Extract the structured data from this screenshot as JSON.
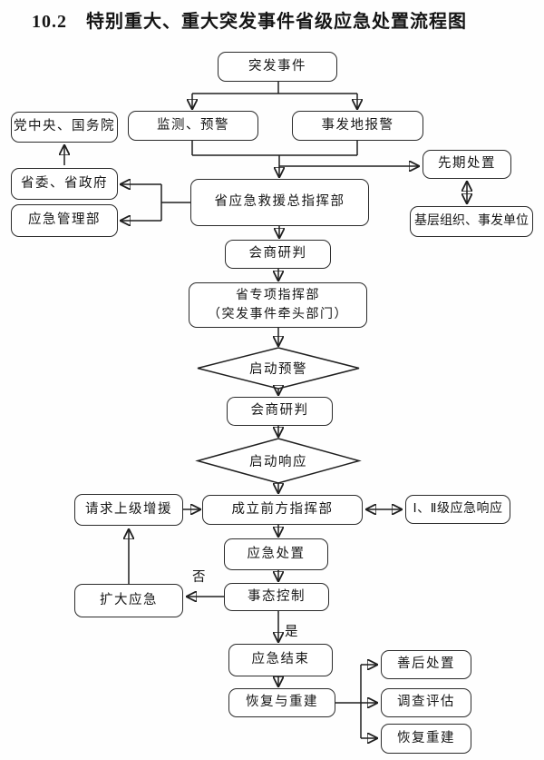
{
  "title": "10.2　特别重大、重大突发事件省级应急处置流程图",
  "nodes": {
    "incident": "突发事件",
    "monitor_warning": "监测、预警",
    "scene_alarm": "事发地报警",
    "party_central_state_council": "党中央、国务院",
    "provincial_party_government": "省委、省政府",
    "emergency_management_ministry": "应急管理部",
    "provincial_rescue_general_hq": "省应急救援总指挥部",
    "initial_disposal": "先期处置",
    "grassroots_units": "基层组织、事发单位",
    "consultation_1": "会商研判",
    "special_hq_line1": "省专项指挥部",
    "special_hq_line2": "（突发事件牵头部门）",
    "decision_activate_warning": "启动预警",
    "consultation_2": "会商研判",
    "decision_activate_response": "启动响应",
    "request_reinforcement": "请求上级增援",
    "establish_front_hq": "成立前方指挥部",
    "level_response": "Ⅰ、Ⅱ级应急响应",
    "emergency_disposal": "应急处置",
    "situation_control": "事态控制",
    "expand_emergency": "扩大应急",
    "emergency_end": "应急结束",
    "recovery_and_reconstruction": "恢复与重建",
    "aftermath_disposal": "善后处置",
    "investigation_evaluation": "调查评估",
    "recovery_reconstruction": "恢复重建"
  },
  "edge_labels": {
    "no": "否",
    "yes": "是"
  },
  "colors": {
    "line": "#1f1f1f",
    "box_border": "#2b2b2b",
    "box_background": "#ffffff",
    "page_background": "#fefefe",
    "text": "#151515"
  },
  "edges": [
    {
      "from": "突发事件",
      "to": "监测、预警",
      "type": "arrow"
    },
    {
      "from": "突发事件",
      "to": "事发地报警",
      "type": "arrow"
    },
    {
      "from": "监测、预警",
      "to": "省应急救援总指挥部",
      "type": "arrow"
    },
    {
      "from": "事发地报警",
      "to": "省应急救援总指挥部",
      "type": "arrow"
    },
    {
      "from": "监测、预警/事发地报警",
      "to": "先期处置",
      "type": "arrow"
    },
    {
      "from": "先期处置",
      "to": "基层组织、事发单位",
      "type": "double-arrow"
    },
    {
      "from": "省应急救援总指挥部",
      "to": "省委、省政府",
      "type": "arrow"
    },
    {
      "from": "省应急救援总指挥部",
      "to": "应急管理部",
      "type": "arrow"
    },
    {
      "from": "省委、省政府",
      "to": "党中央、国务院",
      "type": "arrow"
    },
    {
      "from": "省应急救援总指挥部",
      "to": "会商研判",
      "type": "arrow"
    },
    {
      "from": "会商研判",
      "to": "省专项指挥部（突发事件牵头部门）",
      "type": "arrow"
    },
    {
      "from": "省专项指挥部（突发事件牵头部门）",
      "to": "启动预警",
      "type": "arrow"
    },
    {
      "from": "启动预警",
      "to": "会商研判",
      "type": "arrow"
    },
    {
      "from": "会商研判",
      "to": "启动响应",
      "type": "arrow"
    },
    {
      "from": "启动响应",
      "to": "成立前方指挥部",
      "type": "arrow"
    },
    {
      "from": "请求上级增援",
      "to": "成立前方指挥部",
      "type": "arrow"
    },
    {
      "from": "成立前方指挥部",
      "to": "Ⅰ、Ⅱ级应急响应",
      "type": "double-arrow"
    },
    {
      "from": "成立前方指挥部",
      "to": "应急处置",
      "type": "arrow"
    },
    {
      "from": "应急处置",
      "to": "事态控制",
      "type": "arrow"
    },
    {
      "from": "事态控制",
      "to": "扩大应急",
      "type": "arrow",
      "label": "否"
    },
    {
      "from": "扩大应急",
      "to": "请求上级增援",
      "type": "arrow"
    },
    {
      "from": "事态控制",
      "to": "应急结束",
      "type": "arrow",
      "label": "是"
    },
    {
      "from": "应急结束",
      "to": "恢复与重建",
      "type": "arrow"
    },
    {
      "from": "恢复与重建",
      "to": "善后处置",
      "type": "arrow"
    },
    {
      "from": "恢复与重建",
      "to": "调查评估",
      "type": "arrow"
    },
    {
      "from": "恢复与重建",
      "to": "恢复重建",
      "type": "arrow"
    }
  ]
}
